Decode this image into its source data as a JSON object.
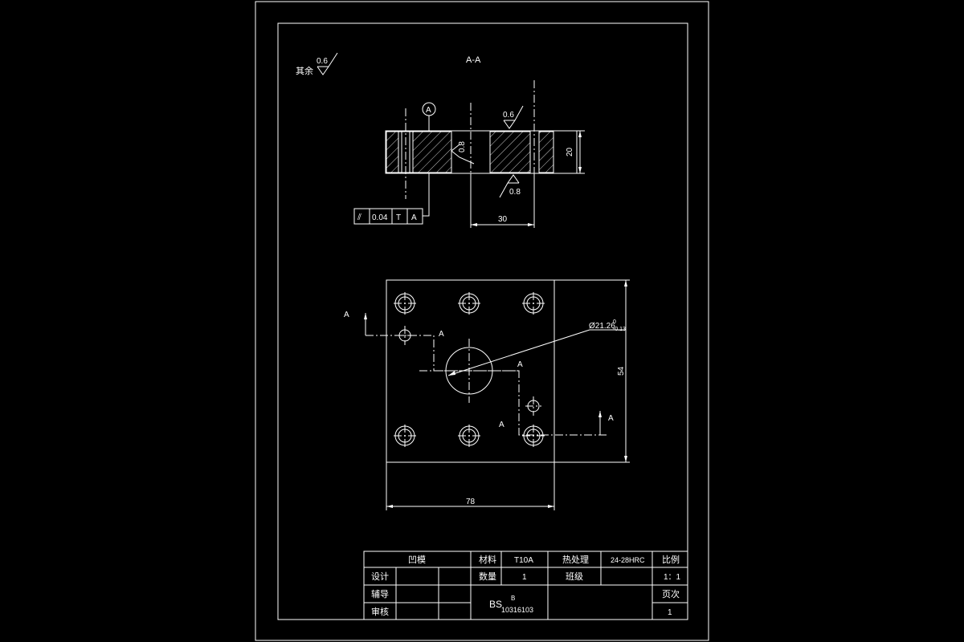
{
  "drawing": {
    "roughness_note": {
      "label": "其余",
      "value": "0.6"
    },
    "section_title": "A-A",
    "section_view": {
      "datum_label": "A",
      "top_finish": "0.6",
      "inner_finish": "0.8",
      "bottom_finish": "0.8",
      "thickness_dim": "20",
      "width_dim": "30",
      "tolerance_frame": [
        "⫽",
        "0.04",
        "T",
        "A"
      ]
    },
    "plan_view": {
      "hole_dim": "Ø21.26",
      "hole_tol_upper": "0",
      "hole_tol_lower": "-0.13",
      "height_dim": "54",
      "width_dim": "78",
      "section_labels": [
        "A",
        "A",
        "A",
        "A",
        "A"
      ]
    }
  },
  "title_block": {
    "part_name": "凹模",
    "material_label": "材料",
    "material_value": "T10A",
    "heat_label": "热处理",
    "heat_value": "24-28HRC",
    "scale_label": "比例",
    "scale_value": "1：1",
    "design_label": "设计",
    "qty_label": "数量",
    "qty_value": "1",
    "class_label": "班级",
    "tutor_label": "辅导",
    "page_label": "页次",
    "page_value": "1",
    "review_label": "审核",
    "drawing_code_prefix": "BS",
    "drawing_code_super": "B",
    "drawing_code_sub": "10316103"
  }
}
